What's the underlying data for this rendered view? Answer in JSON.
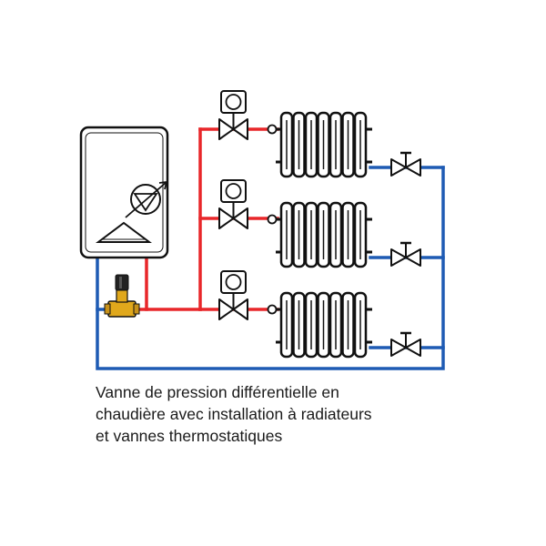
{
  "caption": {
    "lines": [
      "Vanne de pression différentielle en",
      "chaudière avec installation à radiateurs",
      "et vannes thermostatiques"
    ]
  },
  "colors": {
    "supply_pipe": "#e8272a",
    "return_pipe": "#1e5bb4",
    "outline": "#111111",
    "boiler_fill": "#ffffff",
    "valve_body": "#e0a81c"
  },
  "icons": {
    "boiler": "boiler-icon",
    "pump": "pump-icon",
    "burner": "burner-triangle-icon",
    "differential_valve": "differential-pressure-valve-icon",
    "thermostatic_valve": "thermostatic-valve-icon",
    "radiator": "radiator-icon",
    "lockshield_valve": "lockshield-valve-icon"
  },
  "radiator_count": 3
}
